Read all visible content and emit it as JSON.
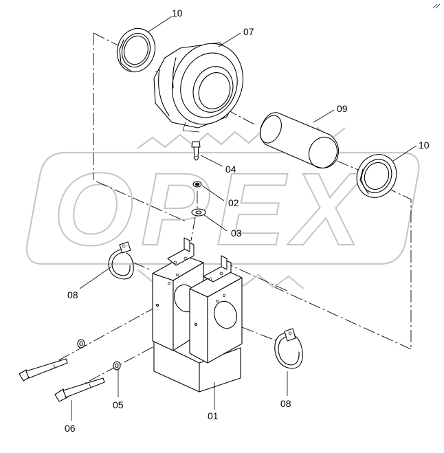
{
  "diagram": {
    "watermark": "OPEX",
    "parts": [
      {
        "id": "01"
      },
      {
        "id": "02"
      },
      {
        "id": "03"
      },
      {
        "id": "04"
      },
      {
        "id": "05"
      },
      {
        "id": "06"
      },
      {
        "id": "07"
      },
      {
        "id": "08a",
        "label": "08"
      },
      {
        "id": "08b",
        "label": "08"
      },
      {
        "id": "09"
      },
      {
        "id": "10a",
        "label": "10"
      },
      {
        "id": "10b",
        "label": "10"
      }
    ],
    "callouts": {
      "p01": "01",
      "p02": "02",
      "p03": "03",
      "p04": "04",
      "p05": "05",
      "p06": "06",
      "p07": "07",
      "p08a": "08",
      "p08b": "08",
      "p09": "09",
      "p10a": "10",
      "p10b": "10"
    }
  }
}
